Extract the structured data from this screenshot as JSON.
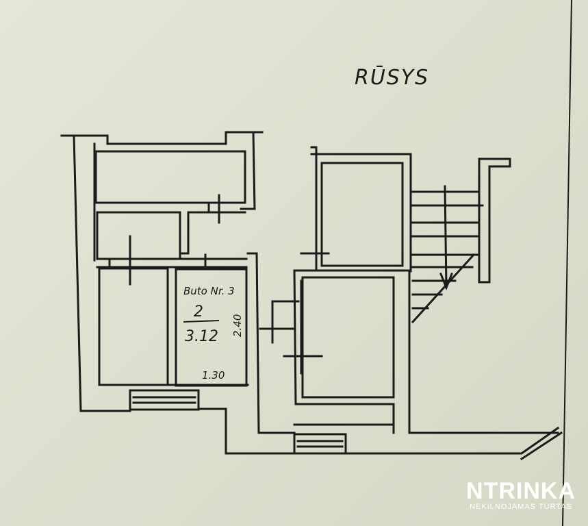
{
  "plan": {
    "title": "RŪSYS",
    "unit_label": "Buto Nr. 3",
    "room_number": "2",
    "room_area": "3.12",
    "dim_height": "2.40",
    "dim_width": "1.30"
  },
  "watermark": {
    "brand": "NTRINKA",
    "tagline": "NEKILNOJAMAS TURTAS"
  },
  "colors": {
    "ink": "#1b1b1b",
    "paper": "#e2e4d4",
    "watermark": "#ffffff"
  }
}
